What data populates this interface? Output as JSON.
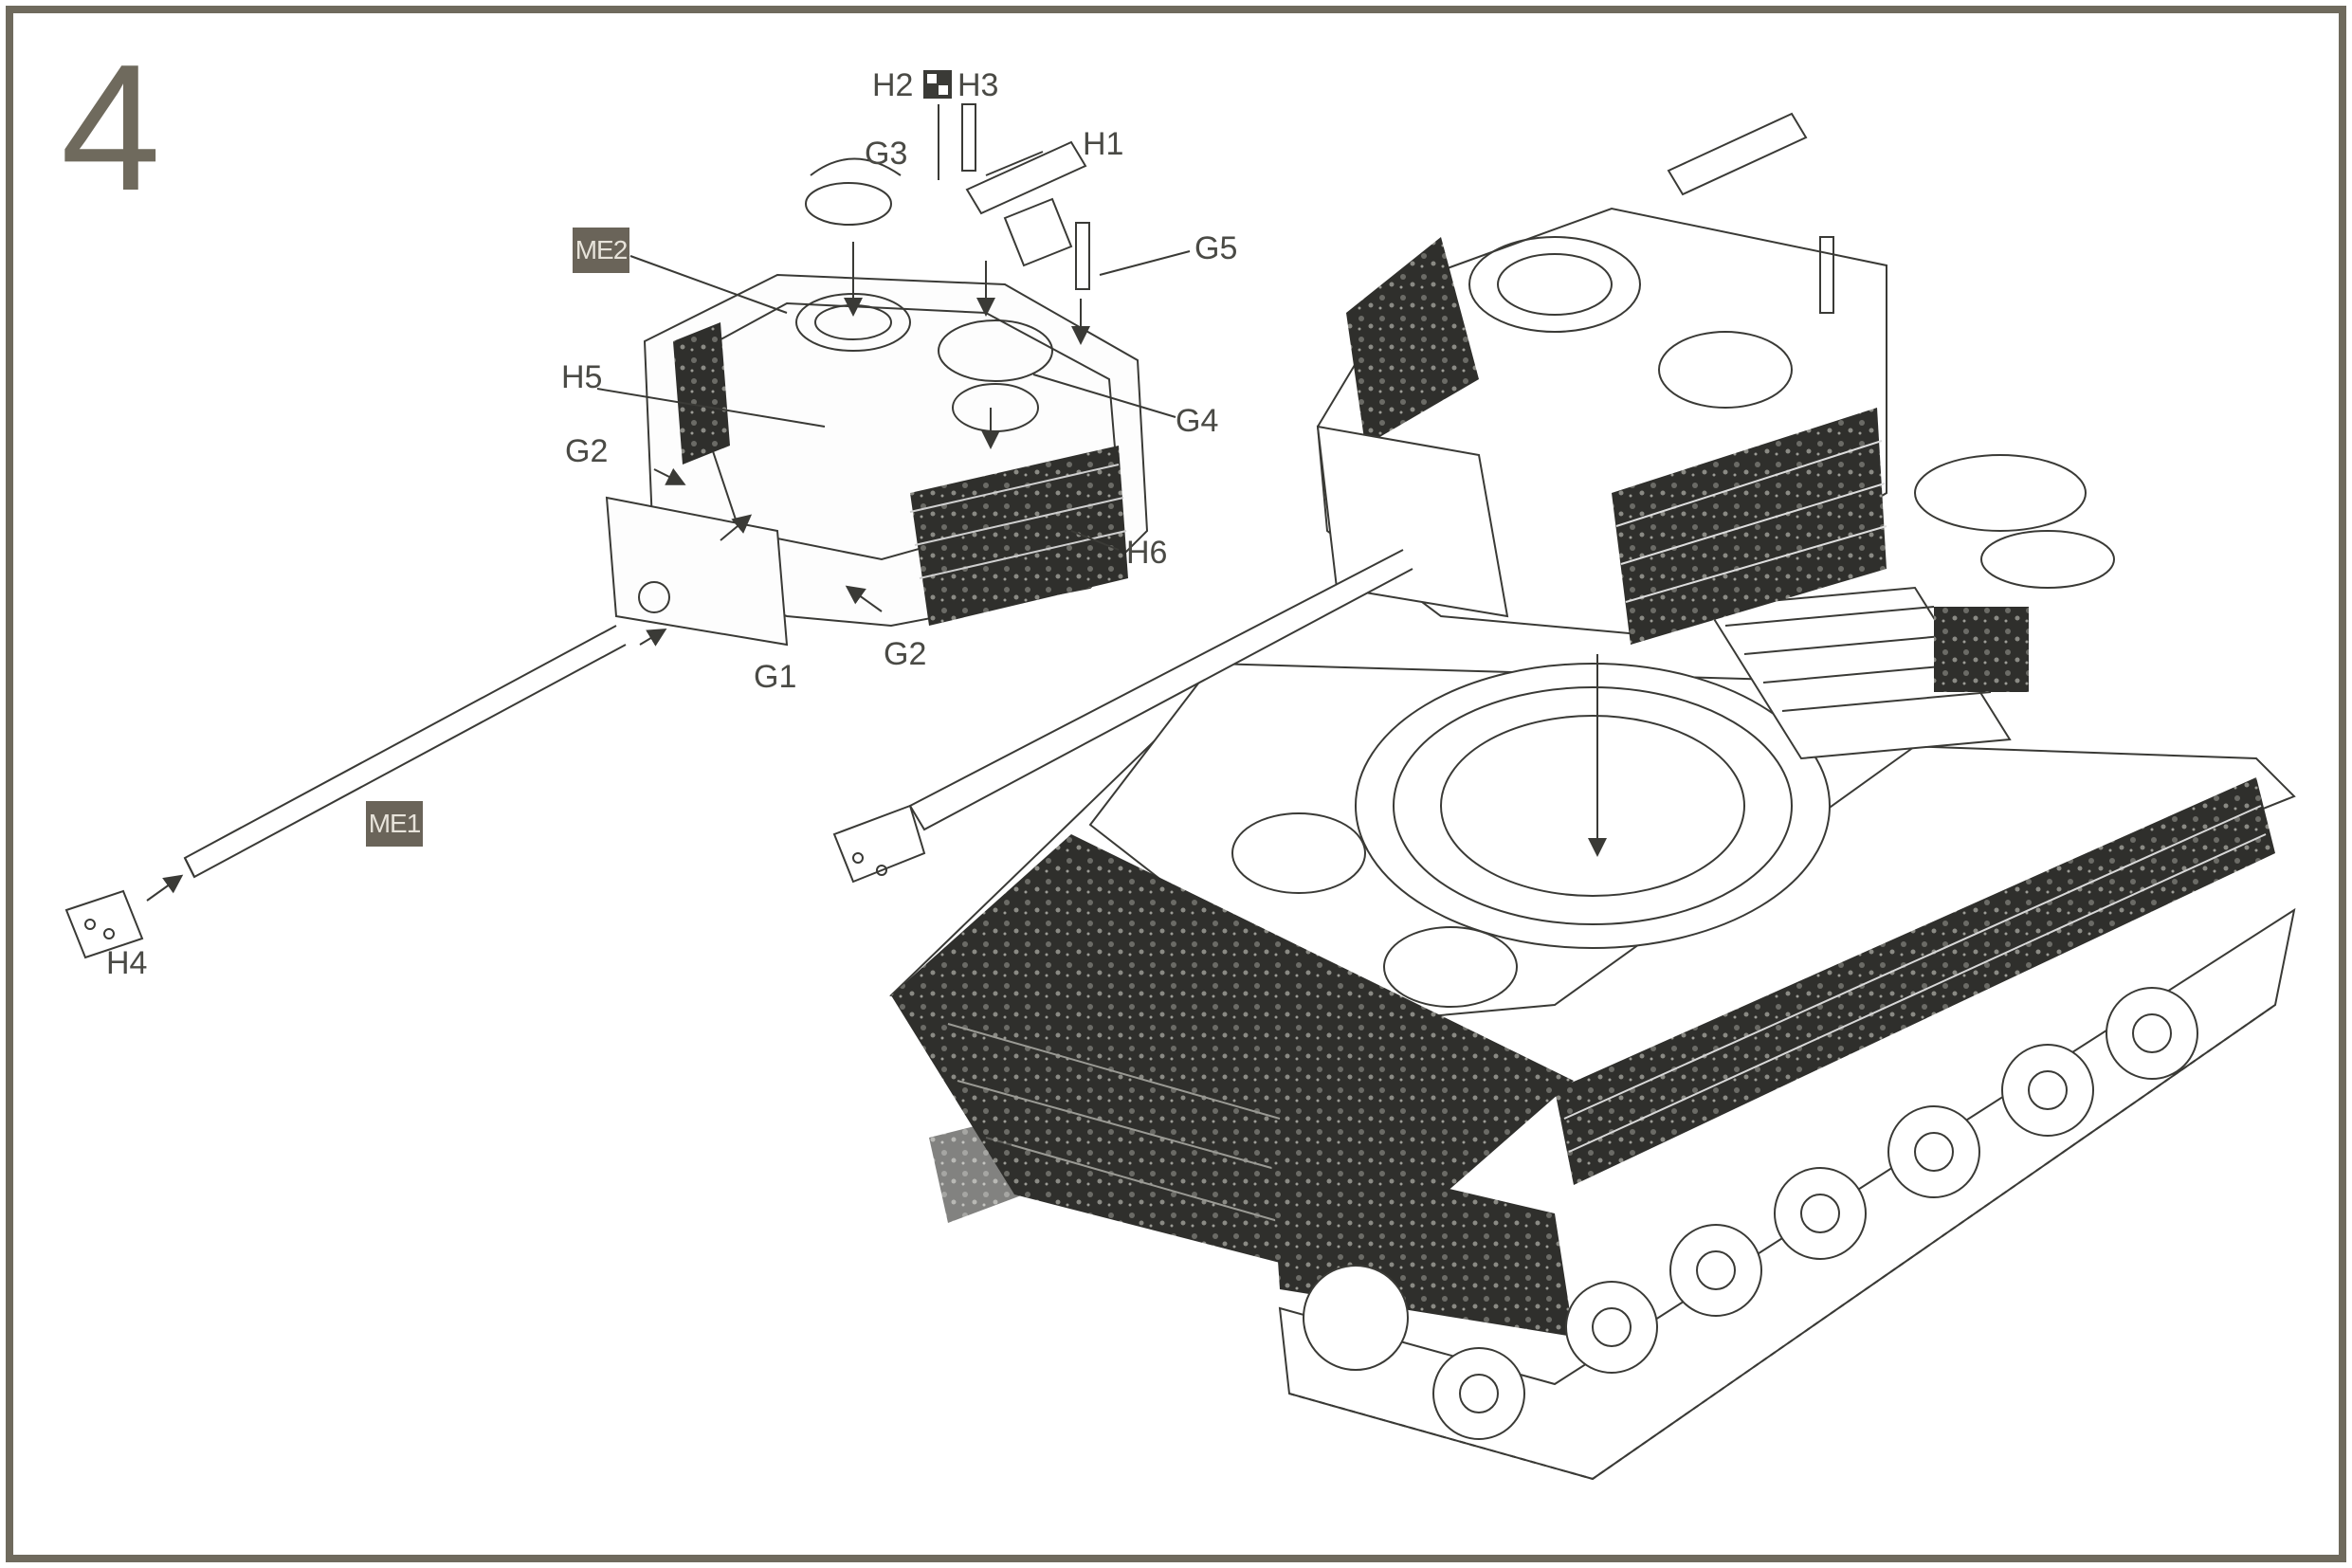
{
  "step": {
    "number": "4"
  },
  "callouts": {
    "h2": "H2",
    "h3": "H3",
    "h1": "H1",
    "g3": "G3",
    "g5": "G5",
    "h5": "H5",
    "g4": "G4",
    "g2_top": "G2",
    "h6": "H6",
    "g1": "G1",
    "g2_bottom": "G2",
    "h4": "H4"
  },
  "material_tags": {
    "me2": "ME2",
    "me1": "ME1"
  },
  "colors": {
    "frame": "#6f6a5d",
    "tag_fill": "#6a6459",
    "line_art": "#3a3a36",
    "sandbag": "#2b2b28"
  }
}
